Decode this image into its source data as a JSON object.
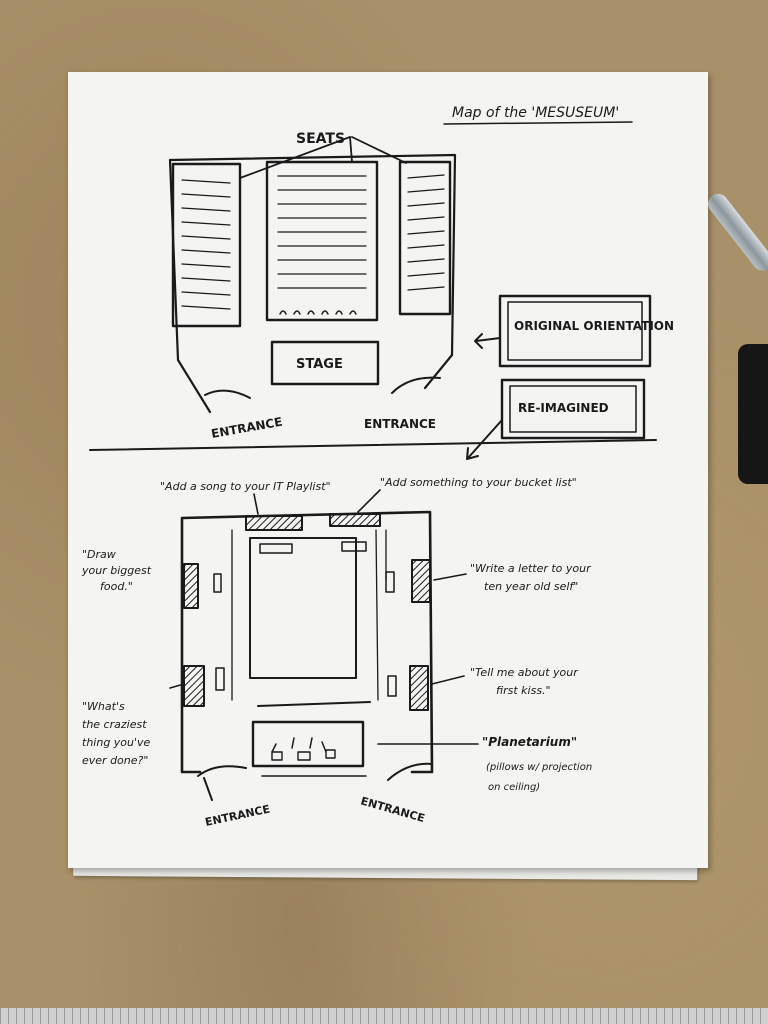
{
  "title": "Map of the 'MESUSEUM'",
  "top_plan": {
    "seats_label": "SEATS",
    "stage_label": "STAGE",
    "entrance_left": "ENTRANCE",
    "entrance_right": "ENTRANCE"
  },
  "legend": {
    "original": "ORIGINAL ORIENTATION",
    "reimagined": "RE-IMAGINED"
  },
  "bottom_plan": {
    "stations": {
      "playlist": "\"Add a song to your IT Playlist\"",
      "bucket_list": "\"Add something to your bucket list\"",
      "draw_food": "\"Draw your biggest food.\"",
      "craziest_thing": "\"What's the craziest thing you've ever done?\"",
      "letter": "\"Write a letter to your ten year old self\"",
      "first_kiss": "\"Tell me about your first kiss.\"",
      "planetarium": "\"Planetarium\"",
      "planetarium_note": "(pillows w/ projection on ceiling)"
    },
    "entrance_left": "ENTRANCE",
    "entrance_right": "ENTRANCE"
  },
  "colors": {
    "ink": "#1a1a1a",
    "paper": "#f4f4f2",
    "table": "#a89068"
  }
}
